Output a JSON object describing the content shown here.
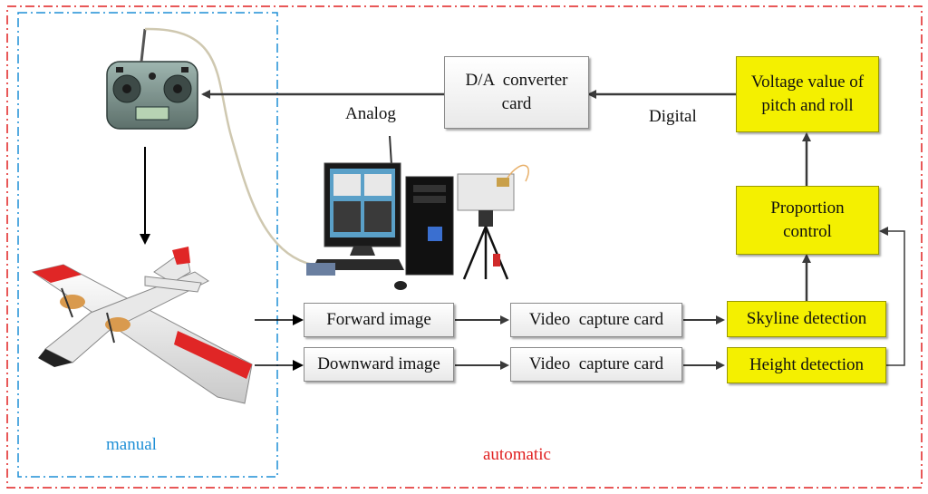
{
  "regions": {
    "manual": {
      "label": "manual",
      "color": "#1f8fd6"
    },
    "automatic": {
      "label": "automatic",
      "color": "#e02020"
    }
  },
  "nodes": {
    "da_converter": {
      "line1": "D/A  converter",
      "line2": "card"
    },
    "voltage": {
      "line1": "Voltage value of",
      "line2": "pitch and roll"
    },
    "proportion": {
      "line1": "Proportion",
      "line2": "control"
    },
    "forward_image": {
      "label": "Forward image"
    },
    "downward_image": {
      "label": "Downward image"
    },
    "video_capture_1": {
      "label": "Video  capture card"
    },
    "video_capture_2": {
      "label": "Video  capture card"
    },
    "skyline": {
      "label": "Skyline detection"
    },
    "height": {
      "label": "Height detection"
    }
  },
  "edge_labels": {
    "analog": "Analog",
    "digital": "Digital"
  },
  "pictures": {
    "remote_controller": "remote-controller-icon",
    "aircraft": "uav-aircraft-icon",
    "computer": "computer-workstation-icon",
    "camera": "camera-on-tripod-icon"
  },
  "colors": {
    "yellow_box": "#f4f000",
    "gray_box": "#f2f2f2",
    "arrow": "#3a3a3a"
  }
}
